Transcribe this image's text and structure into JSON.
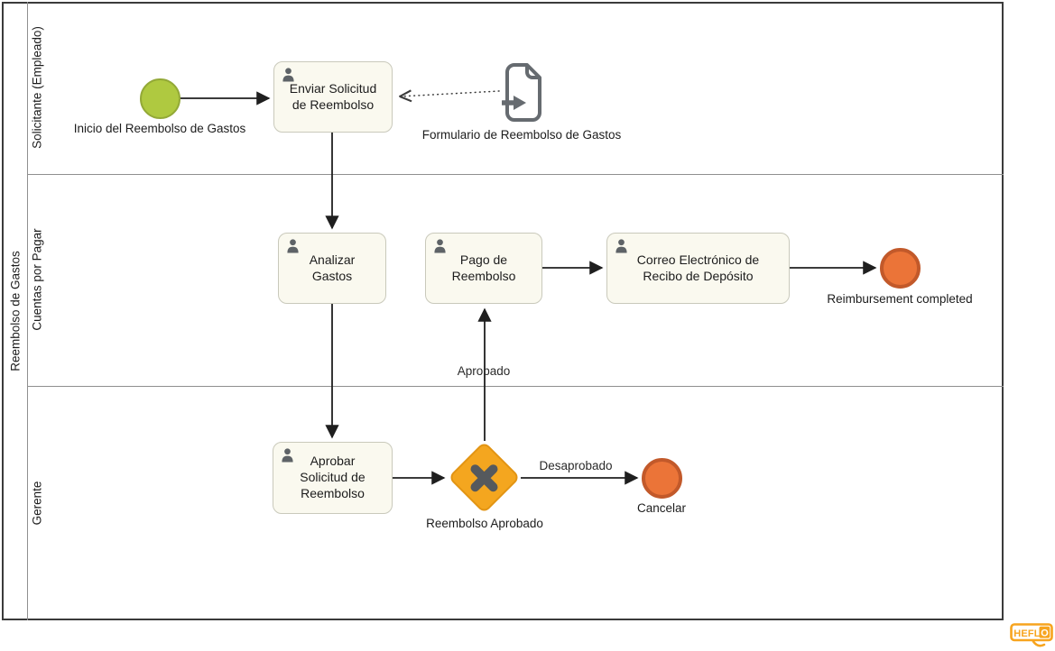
{
  "pool": {
    "label": "Reembolso de Gastos"
  },
  "lanes": [
    {
      "label": "Solicitante (Empleado)"
    },
    {
      "label": "Cuentas por Pagar"
    },
    {
      "label": "Gerente"
    }
  ],
  "nodes": {
    "start": {
      "type": "start-event",
      "label": "Inicio del Reembolso de Gastos"
    },
    "enviar": {
      "type": "user-task",
      "lines": [
        "Enviar Solicitud",
        "de Reembolso"
      ]
    },
    "form": {
      "type": "data-object",
      "label": "Formulario de Reembolso de Gastos"
    },
    "analizar": {
      "type": "user-task",
      "lines": [
        "Analizar",
        "Gastos"
      ]
    },
    "pago": {
      "type": "user-task",
      "lines": [
        "Pago de",
        "Reembolso"
      ]
    },
    "correo": {
      "type": "user-task",
      "lines": [
        "Correo Electrónico de",
        "Recibo de Depósito"
      ]
    },
    "end_completed": {
      "type": "end-event",
      "label": "Reimbursement completed"
    },
    "aprobar": {
      "type": "user-task",
      "lines": [
        "Aprobar",
        "Solicitud de",
        "Reembolso"
      ]
    },
    "gateway": {
      "type": "exclusive-gateway",
      "label": "Reembolso Aprobado"
    },
    "end_cancel": {
      "type": "end-event",
      "label": "Cancelar"
    }
  },
  "flow_labels": {
    "approved": "Aprobado",
    "rejected": "Desaprobado"
  },
  "branding": {
    "logo_text": "HEFLO"
  },
  "colors": {
    "start_fill": "#AFC940",
    "start_border": "#93A937",
    "task_fill": "#FAF9EF",
    "task_border": "#C9C9BB",
    "gateway_fill": "#F4A61F",
    "gateway_border": "#E29413",
    "gateway_x": "#55595D",
    "end_fill": "#EB7438",
    "end_border": "#C2592A",
    "icon_gray": "#5E6367",
    "flow_line": "#1f1f1f",
    "lane_border": "#8F8F8F",
    "logo_orange": "#F7A41E"
  }
}
